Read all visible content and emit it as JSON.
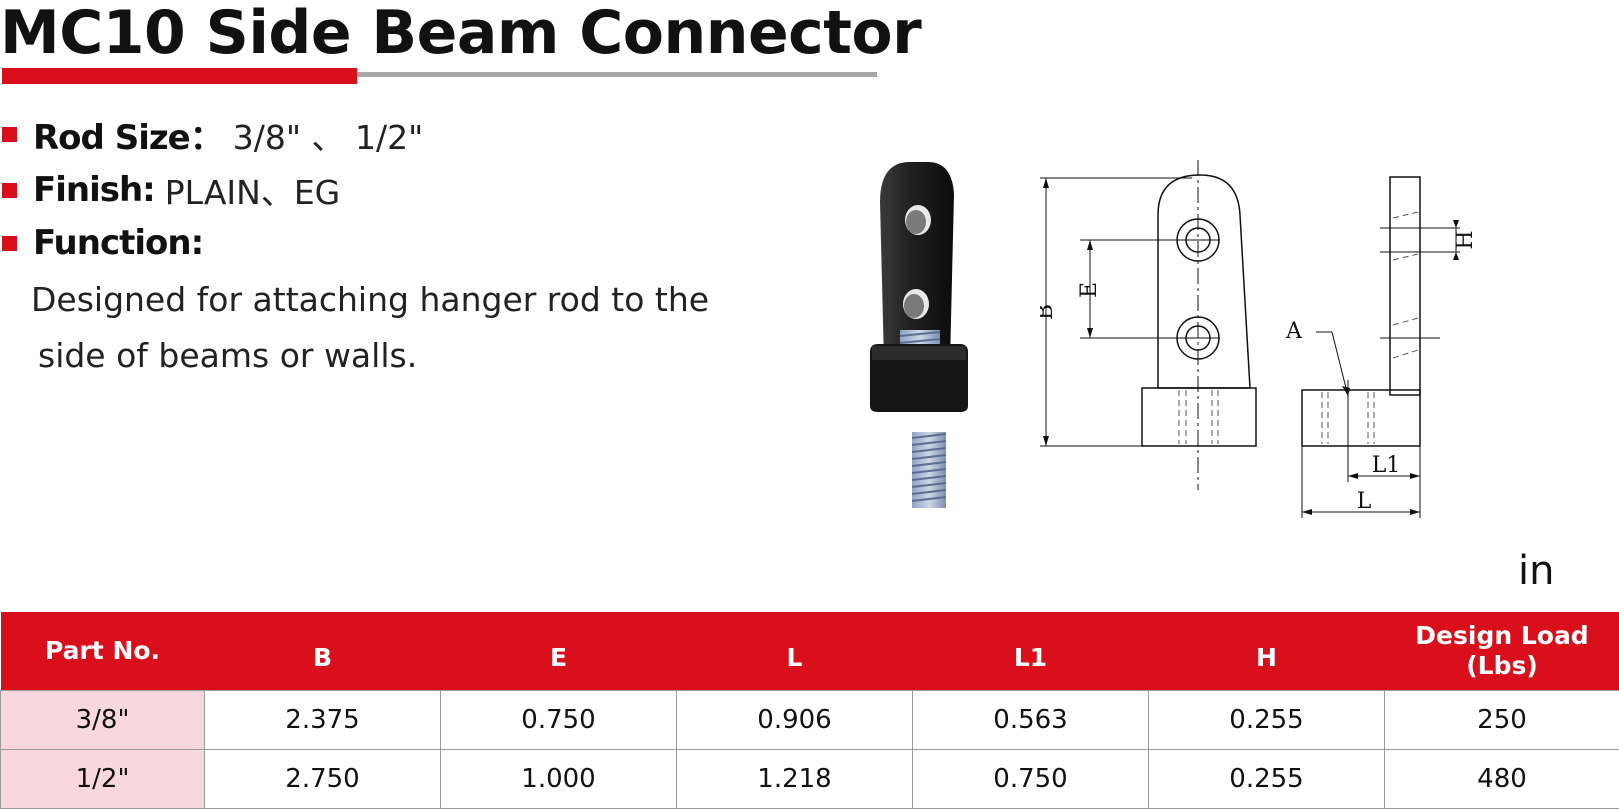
{
  "title": "MC10 Side Beam Connector",
  "specs": {
    "rod_size": {
      "label": "Rod Size：",
      "value": "3/8\" 、 1/2\""
    },
    "finish": {
      "label": "Finish:",
      "value": "PLAIN、EG"
    },
    "function": {
      "label": "Function:"
    }
  },
  "description": {
    "line1": "Designed for attaching hanger rod to the",
    "line2": "side of beams or walls."
  },
  "drawing_labels": {
    "B": "B",
    "E": "E",
    "H": "H",
    "A": "A",
    "L1": "L1",
    "L": "L"
  },
  "unit": "in",
  "table": {
    "headers": [
      "Part No.",
      "B",
      "E",
      "L",
      "L1",
      "H",
      "Design Load",
      "(Lbs)"
    ],
    "rows": [
      [
        "3/8\"",
        "2.375",
        "0.750",
        "0.906",
        "0.563",
        "0.255",
        "250"
      ],
      [
        "1/2\"",
        "2.750",
        "1.000",
        "1.218",
        "0.750",
        "0.255",
        "480"
      ]
    ]
  },
  "colors": {
    "accent_red": "#d9101c",
    "part_cell_pink": "#f8d7de",
    "rule_gray": "#a6a6a6"
  }
}
